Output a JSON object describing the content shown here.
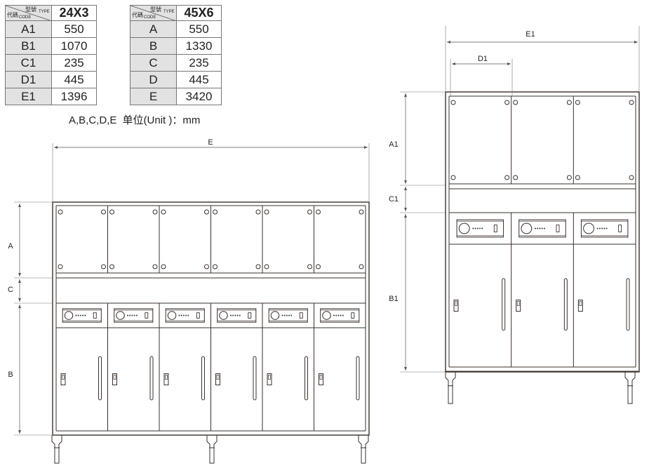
{
  "header_labels": {
    "type_cn": "型號",
    "type_en": "TYPE",
    "code_cn": "代碼",
    "code_en": "CODE"
  },
  "tables": [
    {
      "model": "24X3",
      "rows": [
        {
          "code": "A1",
          "value": "550"
        },
        {
          "code": "B1",
          "value": "1070"
        },
        {
          "code": "C1",
          "value": "235"
        },
        {
          "code": "D1",
          "value": "445"
        },
        {
          "code": "E1",
          "value": "1396"
        }
      ]
    },
    {
      "model": "45X6",
      "rows": [
        {
          "code": "A",
          "value": "550"
        },
        {
          "code": "B",
          "value": "1330"
        },
        {
          "code": "C",
          "value": "235"
        },
        {
          "code": "D",
          "value": "445"
        },
        {
          "code": "E",
          "value": "3420"
        }
      ]
    }
  ],
  "unit_note": {
    "codes": "A,B,C,D,E",
    "label": "单位(Unit )：mm"
  },
  "drawing_left": {
    "doors": 6,
    "dims": {
      "width": "E",
      "top": "A",
      "middle": "C",
      "bottom": "B"
    }
  },
  "drawing_right": {
    "doors": 3,
    "dims": {
      "width": "E1",
      "door": "D1",
      "top": "A1",
      "middle": "C1",
      "bottom": "B1"
    }
  },
  "colors": {
    "line": "#3a302c",
    "table_gray": "#e2e2e2"
  }
}
